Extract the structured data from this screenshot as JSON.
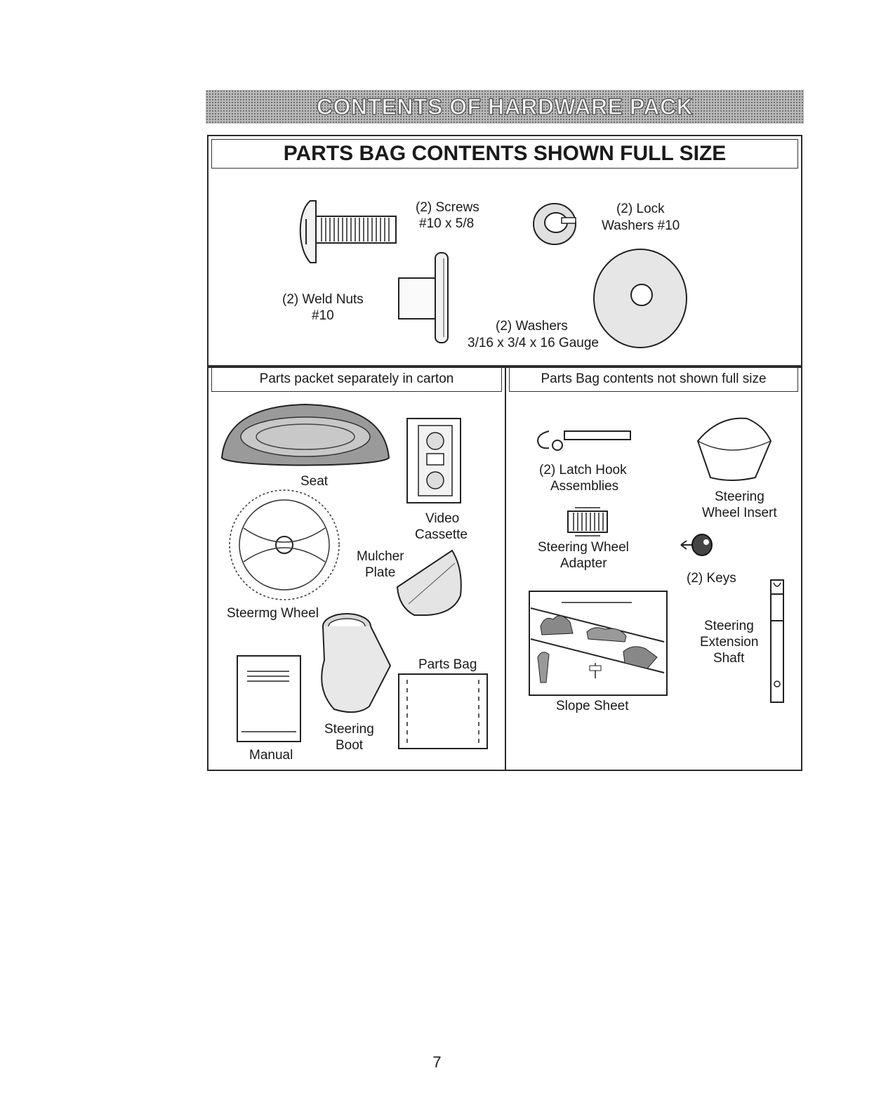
{
  "banner": {
    "title": "CONTENTS OF HARDWARE PACK"
  },
  "full_size": {
    "heading": "PARTS BAG CONTENTS SHOWN FULL SIZE",
    "screws": {
      "qty": "(2) Screws",
      "size": "#10 x 5/8"
    },
    "lock_washers": {
      "qty": "(2) Lock",
      "size": "Washers #10"
    },
    "weld_nuts": {
      "qty": "(2) Weld Nuts",
      "size": "#10"
    },
    "washers": {
      "qty": "(2) Washers",
      "size": "3/16 x 3/4 x 16 Gauge"
    }
  },
  "carton": {
    "heading": "Parts packet separately in carton",
    "seat": "Seat",
    "video": {
      "line1": "Video",
      "line2": "Cassette"
    },
    "mulcher": {
      "line1": "Mulcher",
      "line2": "Plate"
    },
    "steering_wheel": "Steermg Wheel",
    "steering_boot": {
      "line1": "Steering",
      "line2": "Boot"
    },
    "manual": "Manual",
    "parts_bag": "Parts Bag"
  },
  "not_full_size": {
    "heading": "Parts Bag contents not shown full size",
    "latch": {
      "line1": "(2) Latch Hook",
      "line2": "Assemblies"
    },
    "wheel_insert": {
      "line1": "Steering",
      "line2": "Wheel Insert"
    },
    "adapter": {
      "line1": "Steering Wheel",
      "line2": "Adapter"
    },
    "keys": "(2) Keys",
    "extension": {
      "line1": "Steering",
      "line2": "Extension",
      "line3": "Shaft"
    },
    "slope_sheet": "Slope Sheet"
  },
  "page_number": "7"
}
